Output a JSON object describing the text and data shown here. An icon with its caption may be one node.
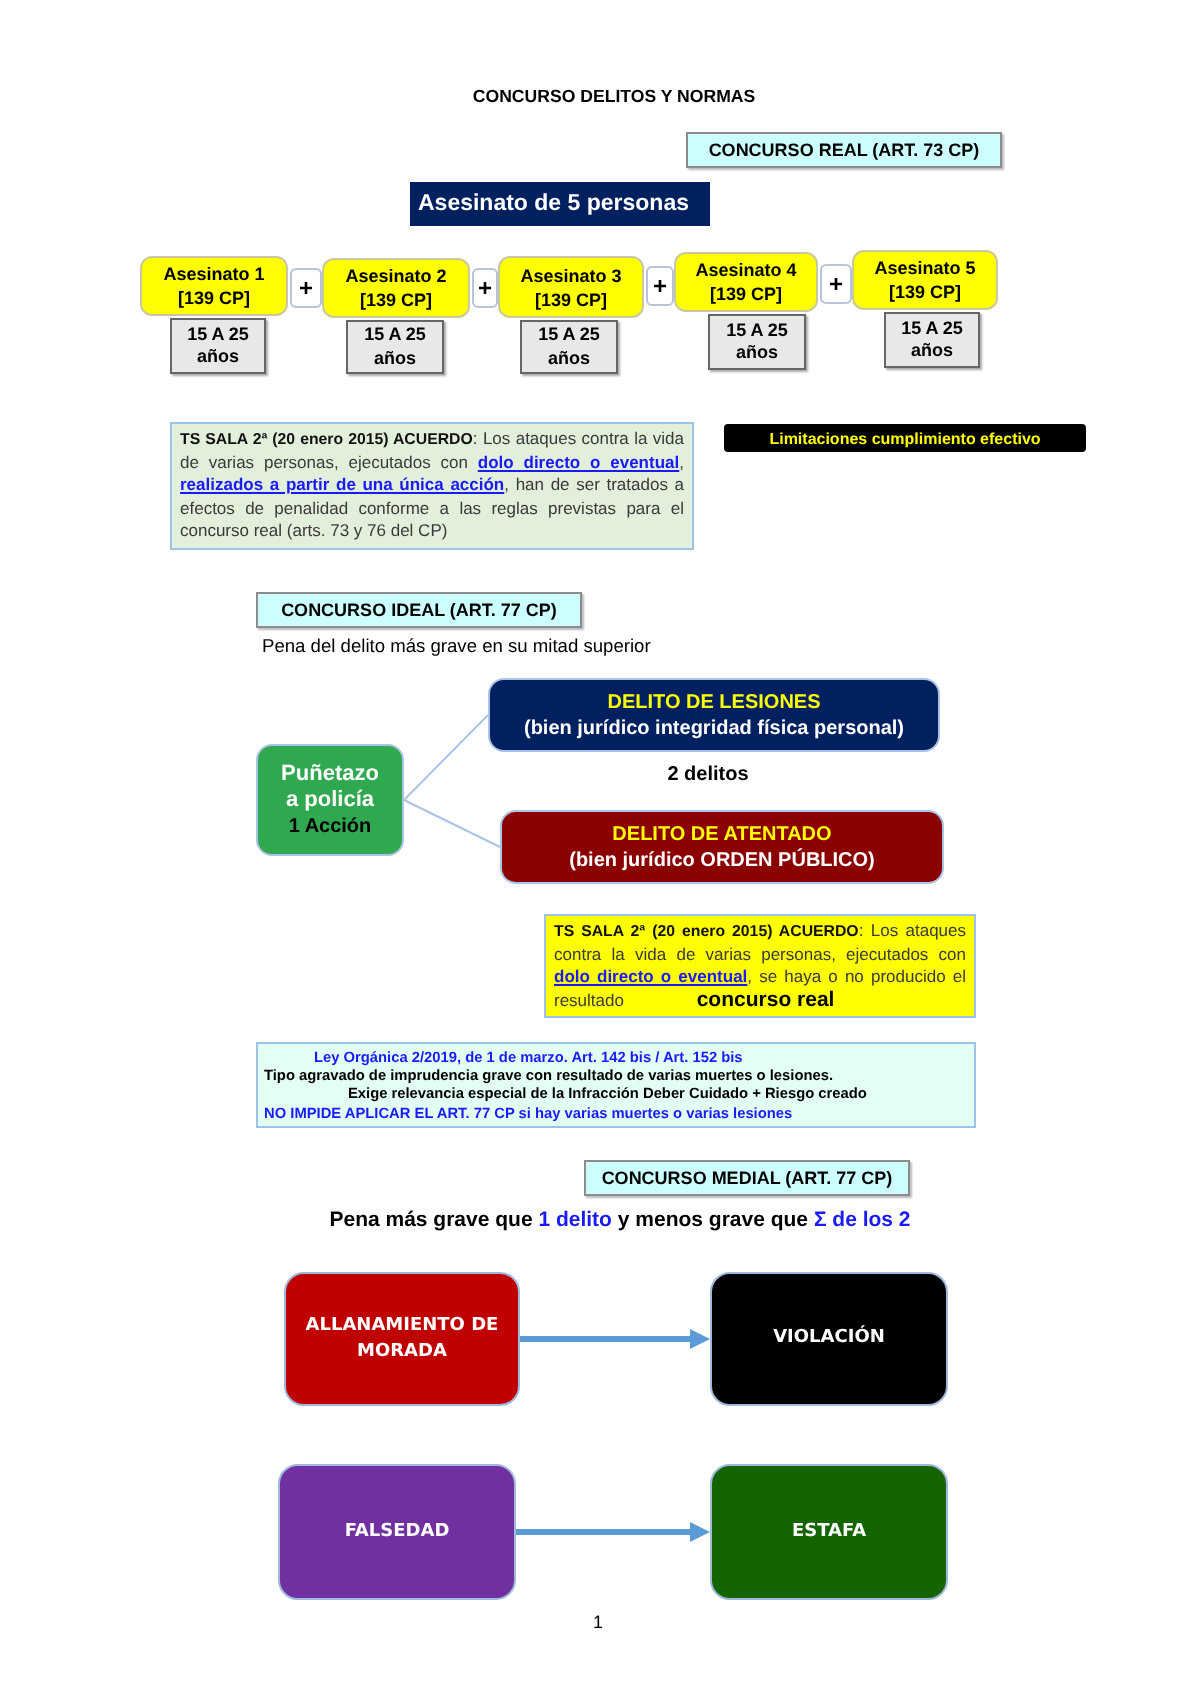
{
  "diagram": {
    "title": "CONCURSO DELITOS Y NORMAS",
    "nodes": [
      {
        "text": [
          "CONCURSO REAL (ART. 73 CP)"
        ]
      },
      {
        "text": [
          "Asesinato de 5 personas"
        ]
      },
      {
        "text": [
          "Asesinato 1",
          "[139 CP]"
        ]
      },
      {
        "text": [
          "+"
        ]
      },
      {
        "text": [
          "Asesinato 2",
          "[139 CP]"
        ]
      },
      {
        "text": [
          "+"
        ]
      },
      {
        "text": [
          "Asesinato 3",
          "[139 CP]"
        ]
      },
      {
        "text": [
          "+"
        ]
      },
      {
        "text": [
          "Asesinato 4",
          "[139 CP]"
        ]
      },
      {
        "text": [
          "+"
        ]
      },
      {
        "text": [
          "Asesinato 5",
          "[139 CP]"
        ]
      },
      {
        "text": [
          "15 A 25 años"
        ]
      },
      {
        "text": [
          "15 A 25 años"
        ]
      },
      {
        "text": [
          "15 A 25 años"
        ]
      },
      {
        "text": [
          "15 A 25 años"
        ]
      },
      {
        "text": [
          "15 A 25 años"
        ]
      },
      {
        "text": [
          "**TS SALA 2ª (20 enero 2015) ACUERDO**: Los ataques contra la vida de varias personas, ejecutados con **dolo directo o eventual**, **realizados a partir de una única acción**, han de ser tratados a efectos de penalidad conforme a las reglas previstas para el concurso real (arts. 73 y 76 del CP)"
        ]
      },
      {
        "text": [
          "Limitaciones cumplimiento efectivo"
        ]
      },
      {
        "text": [
          "CONCURSO IDEAL (ART. 77 CP)"
        ]
      },
      {
        "text": [
          "Puñetazo a policía",
          "1 Acción"
        ]
      },
      {
        "text": [
          "DELITO DE LESIONES",
          "(bien jurídico integridad física personal)"
        ]
      },
      {
        "text": [
          "DELITO DE ATENTADO",
          "(bien jurídico ORDEN PÚBLICO)"
        ]
      },
      {
        "text": [
          "**TS SALA 2ª (20 enero 2015) ACUERDO**: Los ataques contra la vida de varias personas, ejecutados con **dolo directo o eventual**, se haya o no producido el resultado **concurso real**"
        ]
      },
      {
        "text": [
          "Ley Orgánica 2/2019, de 1 de marzo. Art. 142 bis / Art. 152 bis",
          "Tipo agravado de imprudencia grave con resultado de varias muertes o lesiones.",
          "Exige relevancia especial de la Infracción Deber Cuidado + Riesgo creado",
          "NO IMPIDE APLICAR EL ART. 77 CP si hay varias muertes o varias lesiones"
        ]
      },
      {
        "text": [
          "CONCURSO MEDIAL (ART. 77 CP)"
        ]
      },
      {
        "text": [
          "ALLANAMIENTO DE MORADA"
        ]
      },
      {
        "text": [
          "VIOLACIÓN"
        ]
      },
      {
        "text": [
          "FALSEDAD"
        ]
      },
      {
        "text": [
          "ESTAFA"
        ]
      }
    ],
    "edges": [
      {
        "from": 19,
        "to": 20,
        "arrow": "none",
        "color": "#a9c4e6"
      },
      {
        "from": 19,
        "to": 21,
        "arrow": "none",
        "color": "#a9c4e6"
      },
      {
        "from": 25,
        "to": 26,
        "arrow": "to",
        "style": "thick"
      },
      {
        "from": 27,
        "to": 28,
        "arrow": "to",
        "style": "thick"
      }
    ],
    "labels": [
      "Pena del delito más grave en su mitad superior",
      "2 delitos",
      "Pena más grave que **1 delito** y menos grave que **Σ de los 2**",
      "1"
    ]
  }
}
